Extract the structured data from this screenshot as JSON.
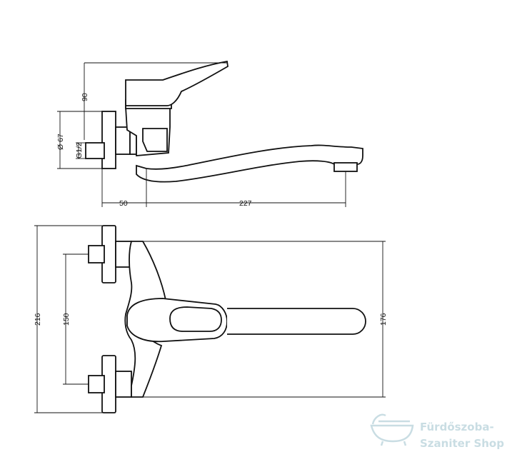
{
  "dimensions": {
    "height_handle": "90",
    "rosette_diameter": "Ø 67",
    "thread": "G1/2",
    "wall_offset": "50",
    "spout_reach": "227",
    "total_width": "216",
    "inlet_spacing": "150",
    "body_depth": "176"
  },
  "watermark": {
    "line1": "Fürdőszoba-",
    "line2": "Szaniter Shop"
  },
  "colors": {
    "ink": "#111111",
    "watermark": "#c9dde3"
  }
}
